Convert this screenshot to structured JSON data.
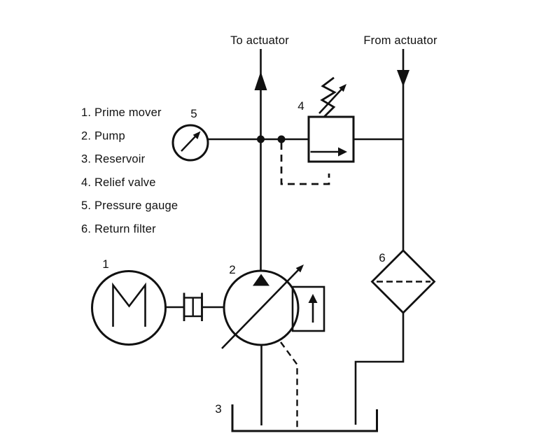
{
  "colors": {
    "ink": "#111111",
    "background": "#ffffff"
  },
  "flow_labels": {
    "to_actuator": "To actuator",
    "from_actuator": "From actuator"
  },
  "legend": {
    "items": [
      {
        "label": "1. Prime mover"
      },
      {
        "label": "2. Pump"
      },
      {
        "label": "3. Reservoir"
      },
      {
        "label": "4. Relief valve"
      },
      {
        "label": "5. Pressure gauge"
      },
      {
        "label": "6. Return filter"
      }
    ]
  },
  "component_numbers": {
    "prime_mover": "1",
    "pump": "2",
    "reservoir": "3",
    "relief_valve": "4",
    "pressure_gauge": "5",
    "return_filter": "6"
  },
  "symbols": {
    "motor_letter": "M",
    "icon_map": {
      "prime-mover-symbol": "circle with M polyline",
      "pump-symbol": "circle, solid up triangle, diagonal variable arrow",
      "relief-valve-symbol": "square with flow arrow, adjustable spring",
      "pressure-gauge-symbol": "circle with diagonal needle arrow",
      "return-filter-symbol": "diamond with dashed element line",
      "reservoir-symbol": "open-top tank"
    }
  }
}
